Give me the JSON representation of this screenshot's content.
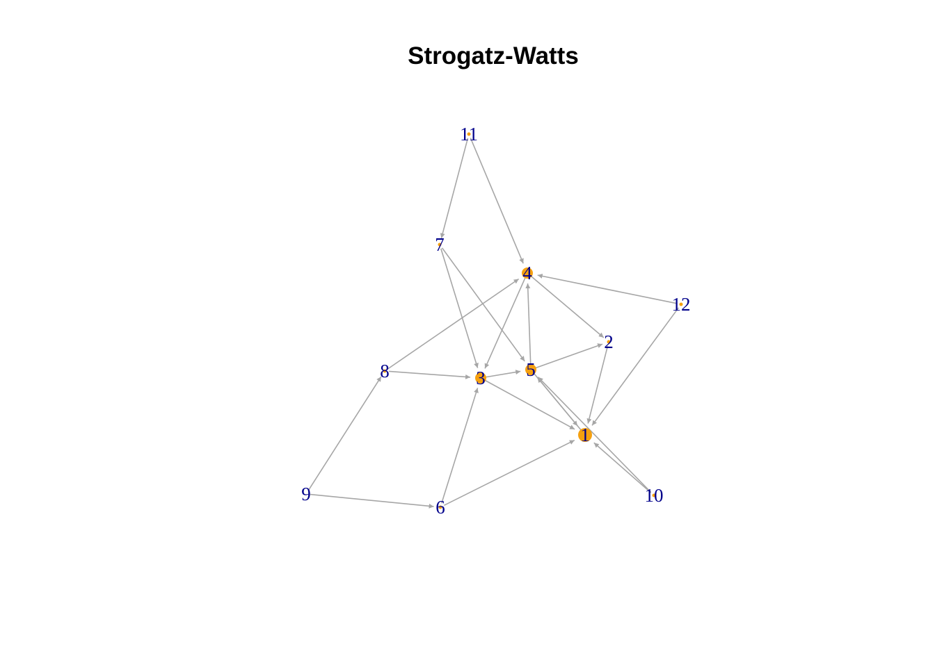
{
  "title": "Strogatz-Watts",
  "colors": {
    "edge": "#a6a6a6",
    "label": "#00008b",
    "node_fill": "#f5a00f",
    "background": "#ffffff"
  },
  "nodes": [
    {
      "id": "1",
      "label": "1",
      "size": "large"
    },
    {
      "id": "2",
      "label": "2",
      "size": "tiny"
    },
    {
      "id": "3",
      "label": "3",
      "size": "medium"
    },
    {
      "id": "4",
      "label": "4",
      "size": "medium"
    },
    {
      "id": "5",
      "label": "5",
      "size": "medium"
    },
    {
      "id": "6",
      "label": "6",
      "size": "tiny"
    },
    {
      "id": "7",
      "label": "7",
      "size": "tiny"
    },
    {
      "id": "8",
      "label": "8",
      "size": "tiny"
    },
    {
      "id": "9",
      "label": "9",
      "size": "none"
    },
    {
      "id": "10",
      "label": "10",
      "size": "tiny"
    },
    {
      "id": "11",
      "label": "11",
      "size": "tiny"
    },
    {
      "id": "12",
      "label": "12",
      "size": "tiny"
    }
  ],
  "edges": [
    {
      "from": "11",
      "to": "7"
    },
    {
      "from": "11",
      "to": "4"
    },
    {
      "from": "7",
      "to": "3"
    },
    {
      "from": "7",
      "to": "5"
    },
    {
      "from": "4",
      "to": "2"
    },
    {
      "from": "4",
      "to": "3"
    },
    {
      "from": "5",
      "to": "4"
    },
    {
      "from": "12",
      "to": "4"
    },
    {
      "from": "12",
      "to": "1"
    },
    {
      "from": "8",
      "to": "4"
    },
    {
      "from": "8",
      "to": "3"
    },
    {
      "from": "3",
      "to": "5"
    },
    {
      "from": "5",
      "to": "2"
    },
    {
      "from": "2",
      "to": "1"
    },
    {
      "from": "3",
      "to": "1"
    },
    {
      "from": "1",
      "to": "5"
    },
    {
      "from": "5",
      "to": "1"
    },
    {
      "from": "10",
      "to": "5"
    },
    {
      "from": "10",
      "to": "1"
    },
    {
      "from": "9",
      "to": "8"
    },
    {
      "from": "9",
      "to": "6"
    },
    {
      "from": "6",
      "to": "3"
    },
    {
      "from": "6",
      "to": "1"
    }
  ]
}
